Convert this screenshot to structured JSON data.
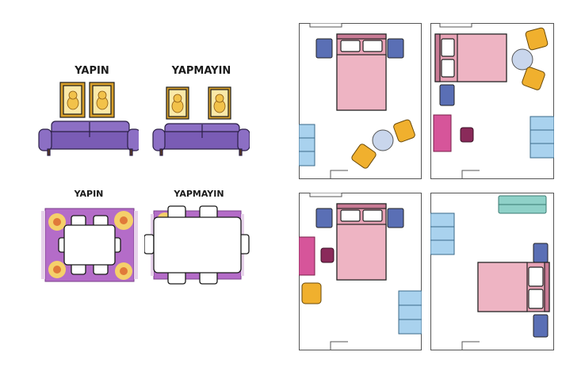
{
  "labels": {
    "do_top": "YAPIN",
    "dont_top": "YAPMAYIN",
    "do_bottom": "YAPIN",
    "dont_bottom": "YAPMAYIN"
  },
  "colors": {
    "sofa": "#8c6fc4",
    "frame": "#d9a02a",
    "rug": "#b46cc8",
    "bed": "#e8a3b6",
    "nightstand": "#5a6fb5",
    "wardrobe": "#a9d2ee",
    "chair": "#f0b02e",
    "desk": "#d6559a",
    "dresser": "#8fd1c8"
  }
}
